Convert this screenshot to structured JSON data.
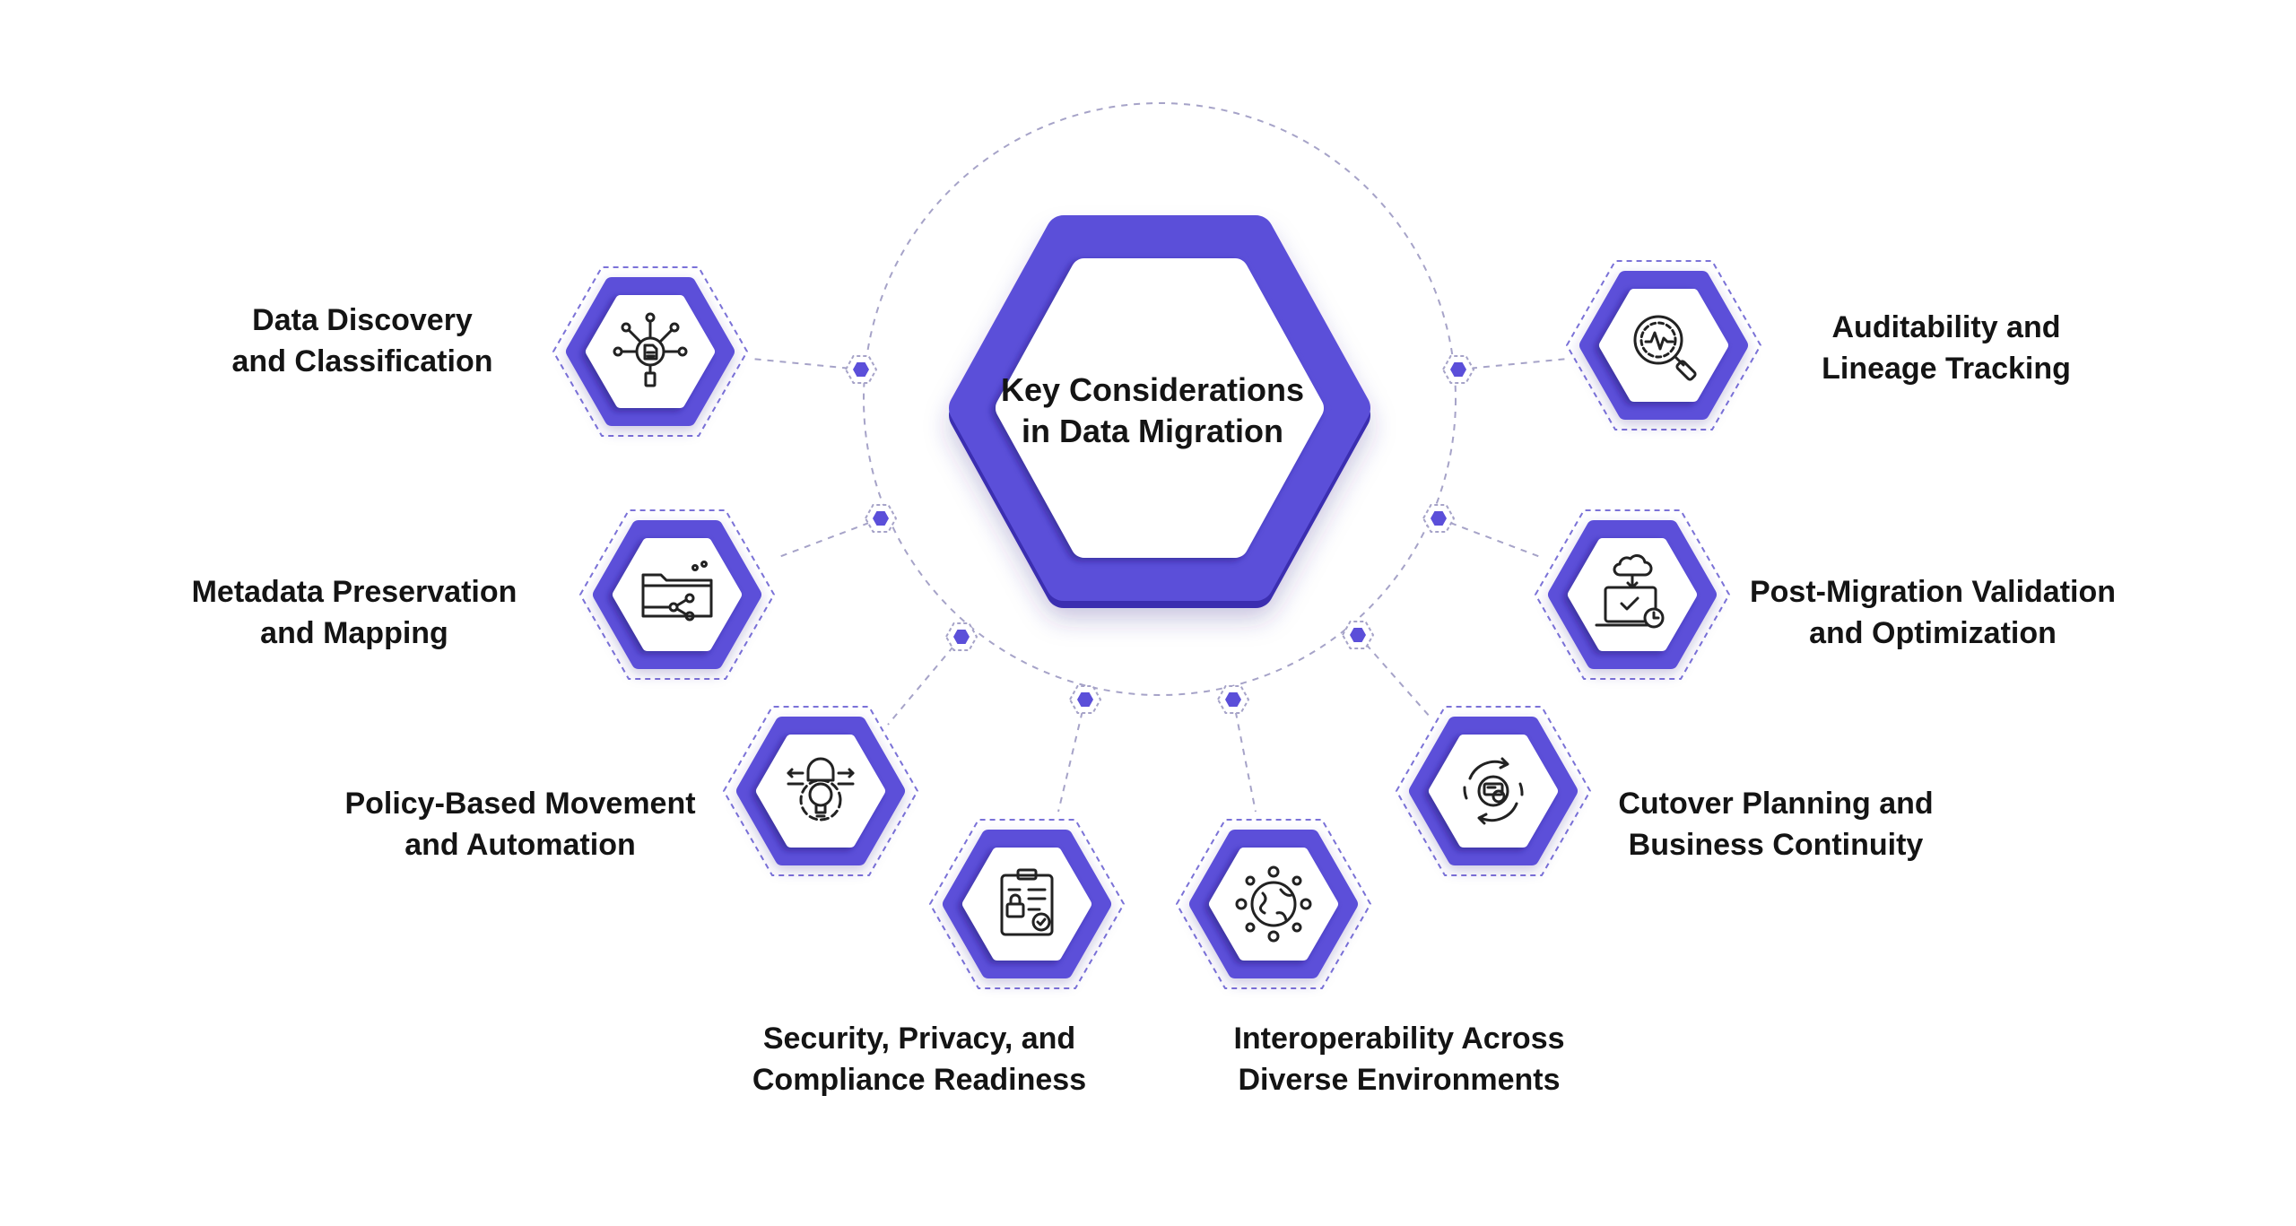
{
  "diagram": {
    "center": {
      "line1": "Key Considerations",
      "line2": "in Data Migration"
    },
    "items": [
      {
        "line1": "Data Discovery",
        "line2": "and Classification",
        "icon": "network-document-icon"
      },
      {
        "line1": "Metadata Preservation",
        "line2": "and Mapping",
        "icon": "folder-share-icon"
      },
      {
        "line1": "Policy-Based Movement",
        "line2": "and Automation",
        "icon": "lightbulb-gear-icon"
      },
      {
        "line1": "Security, Privacy, and",
        "line2": "Compliance Readiness",
        "icon": "clipboard-lock-icon"
      },
      {
        "line1": "Interoperability Across",
        "line2": "Diverse Environments",
        "icon": "globe-network-icon"
      },
      {
        "line1": "Cutover Planning and",
        "line2": "Business Continuity",
        "icon": "cycle-money-icon"
      },
      {
        "line1": "Post-Migration Validation",
        "line2": "and Optimization",
        "icon": "laptop-cloud-check-icon"
      },
      {
        "line1": "Auditability and",
        "line2": "Lineage Tracking",
        "icon": "magnifier-chart-icon"
      }
    ],
    "colors": {
      "accent": "#5b4fd9",
      "accent_dark": "#3a2fb0",
      "dashed": "#a6a3c8",
      "text": "#141414",
      "icon": "#222222"
    }
  }
}
